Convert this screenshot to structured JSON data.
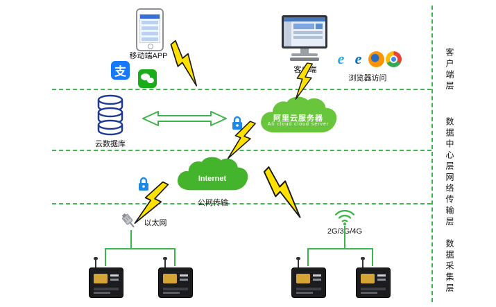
{
  "layers": {
    "labels": [
      {
        "text": "客户端层"
      },
      {
        "text": "数据中心层"
      },
      {
        "text": "网络传输层"
      },
      {
        "text": "数据采集层"
      }
    ]
  },
  "client_layer": {
    "mobile_app_label": "移动端APP",
    "alipay_glyph": "支",
    "client_label": "客户端",
    "browser_label": "浏览器访问",
    "ie_glyph": "e",
    "edge_glyph": "e"
  },
  "data_center_layer": {
    "cloud_db_label": "云数据库",
    "ali_cloud_line1": "阿里云服务器",
    "ali_cloud_line2": "Ali cloud  cloud server"
  },
  "network_layer": {
    "internet_label": "Internet",
    "public_net_label": "公网传输"
  },
  "collection_layer": {
    "ethernet_label": "以太网",
    "cellular_label": "2G/3G/4G"
  },
  "colors": {
    "separator_green": "#3CB54A",
    "ali_cloud_green": "#68C53C",
    "internet_green": "#44B42C",
    "bolt_yellow": "#FFE100",
    "lock_blue": "#1E88E5",
    "alipay_blue": "#1677FF",
    "wechat_green": "#1AAD19"
  }
}
